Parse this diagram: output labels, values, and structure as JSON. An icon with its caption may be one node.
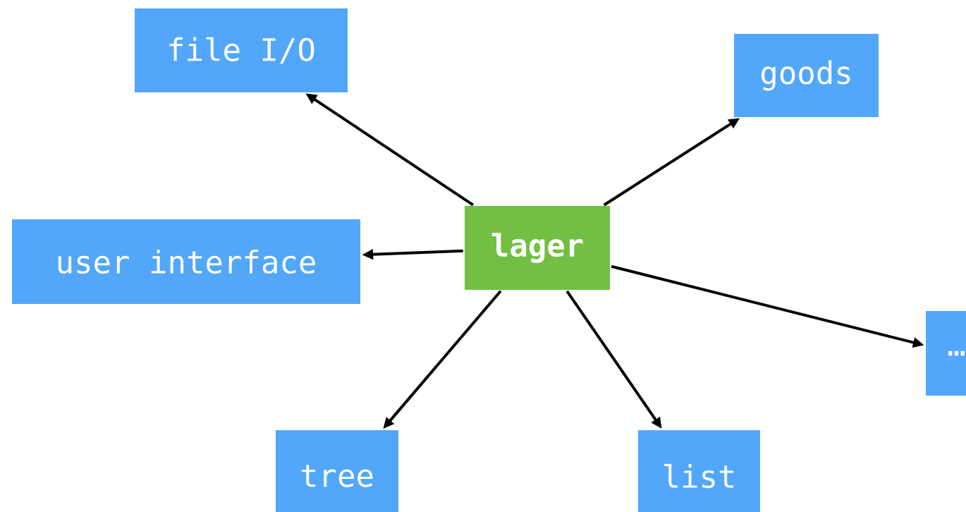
{
  "diagram": {
    "nodes": [
      {
        "text": [
          "file I/O"
        ]
      },
      {
        "text": [
          "goods"
        ]
      },
      {
        "text": [
          "user interface"
        ]
      },
      {
        "text": [
          "lager"
        ]
      },
      {
        "text": [
          "…"
        ]
      },
      {
        "text": [
          "tree"
        ]
      },
      {
        "text": [
          "list"
        ]
      }
    ],
    "edges": [
      {
        "from": 3,
        "to": 0,
        "arrow": "to"
      },
      {
        "from": 3,
        "to": 1,
        "arrow": "to"
      },
      {
        "from": 3,
        "to": 2,
        "arrow": "to"
      },
      {
        "from": 3,
        "to": 4,
        "arrow": "to"
      },
      {
        "from": 3,
        "to": 5,
        "arrow": "to"
      },
      {
        "from": 3,
        "to": 6,
        "arrow": "to"
      }
    ]
  }
}
